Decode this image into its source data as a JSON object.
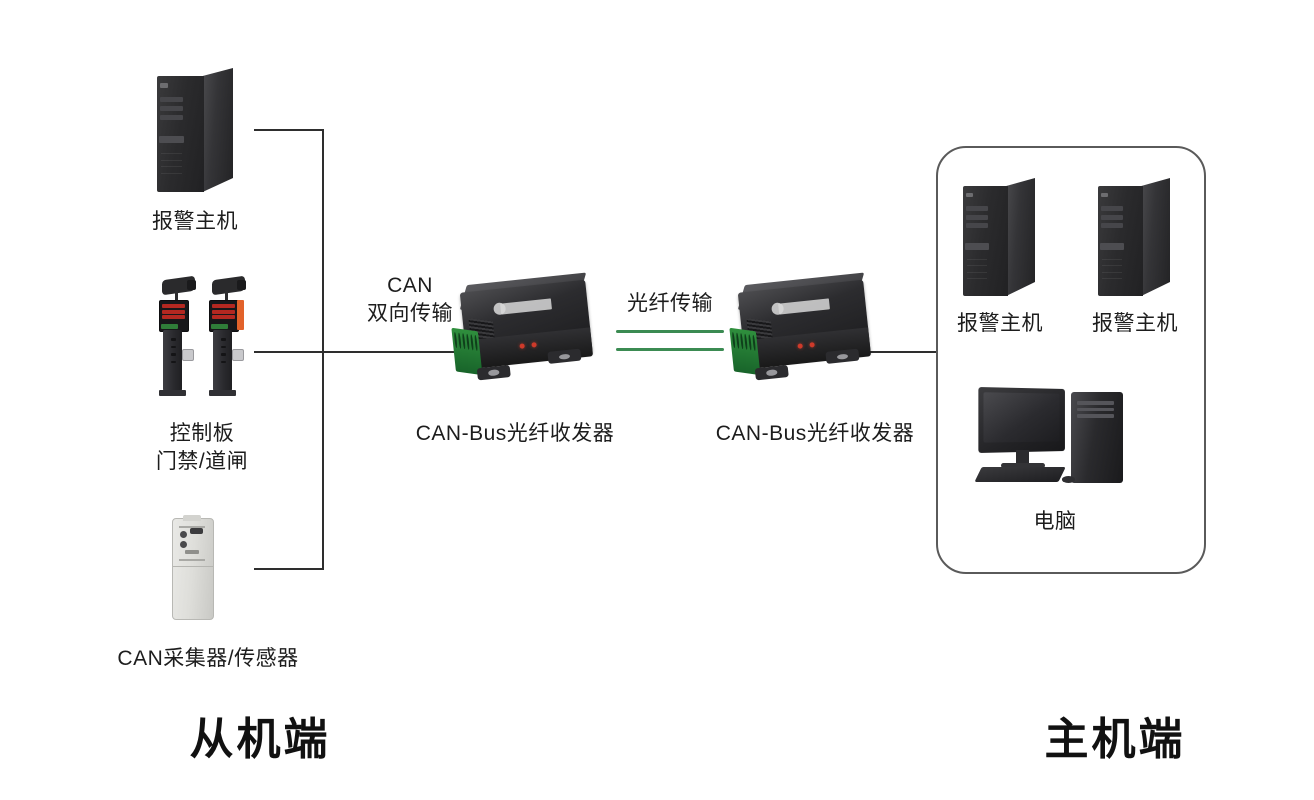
{
  "diagram": {
    "background": "#ffffff",
    "fiber_color": "#3b8b52",
    "wire_color": "#2e2e2e",
    "box_border_color": "#5a5a5a"
  },
  "slave_side": {
    "section_label": "从机端",
    "devices": [
      {
        "id": "alarm-host",
        "label": "报警主机",
        "type": "tower-pc"
      },
      {
        "id": "gate-control",
        "label": "控制板\n门禁/道闸",
        "type": "gate-terminal"
      },
      {
        "id": "can-sensor",
        "label": "CAN采集器/传感器",
        "type": "sensor-module"
      }
    ]
  },
  "links": {
    "can_label": "CAN\n双向传输",
    "fiber_label": "光纤传输"
  },
  "transceivers": [
    {
      "id": "transceiver-left",
      "label": "CAN-Bus光纤收发器"
    },
    {
      "id": "transceiver-right",
      "label": "CAN-Bus光纤收发器"
    }
  ],
  "host_side": {
    "section_label": "主机端",
    "devices": [
      {
        "id": "alarm-host-1",
        "label": "报警主机",
        "type": "tower-pc"
      },
      {
        "id": "alarm-host-2",
        "label": "报警主机",
        "type": "tower-pc"
      },
      {
        "id": "computer",
        "label": "电脑",
        "type": "desktop-computer"
      }
    ]
  }
}
